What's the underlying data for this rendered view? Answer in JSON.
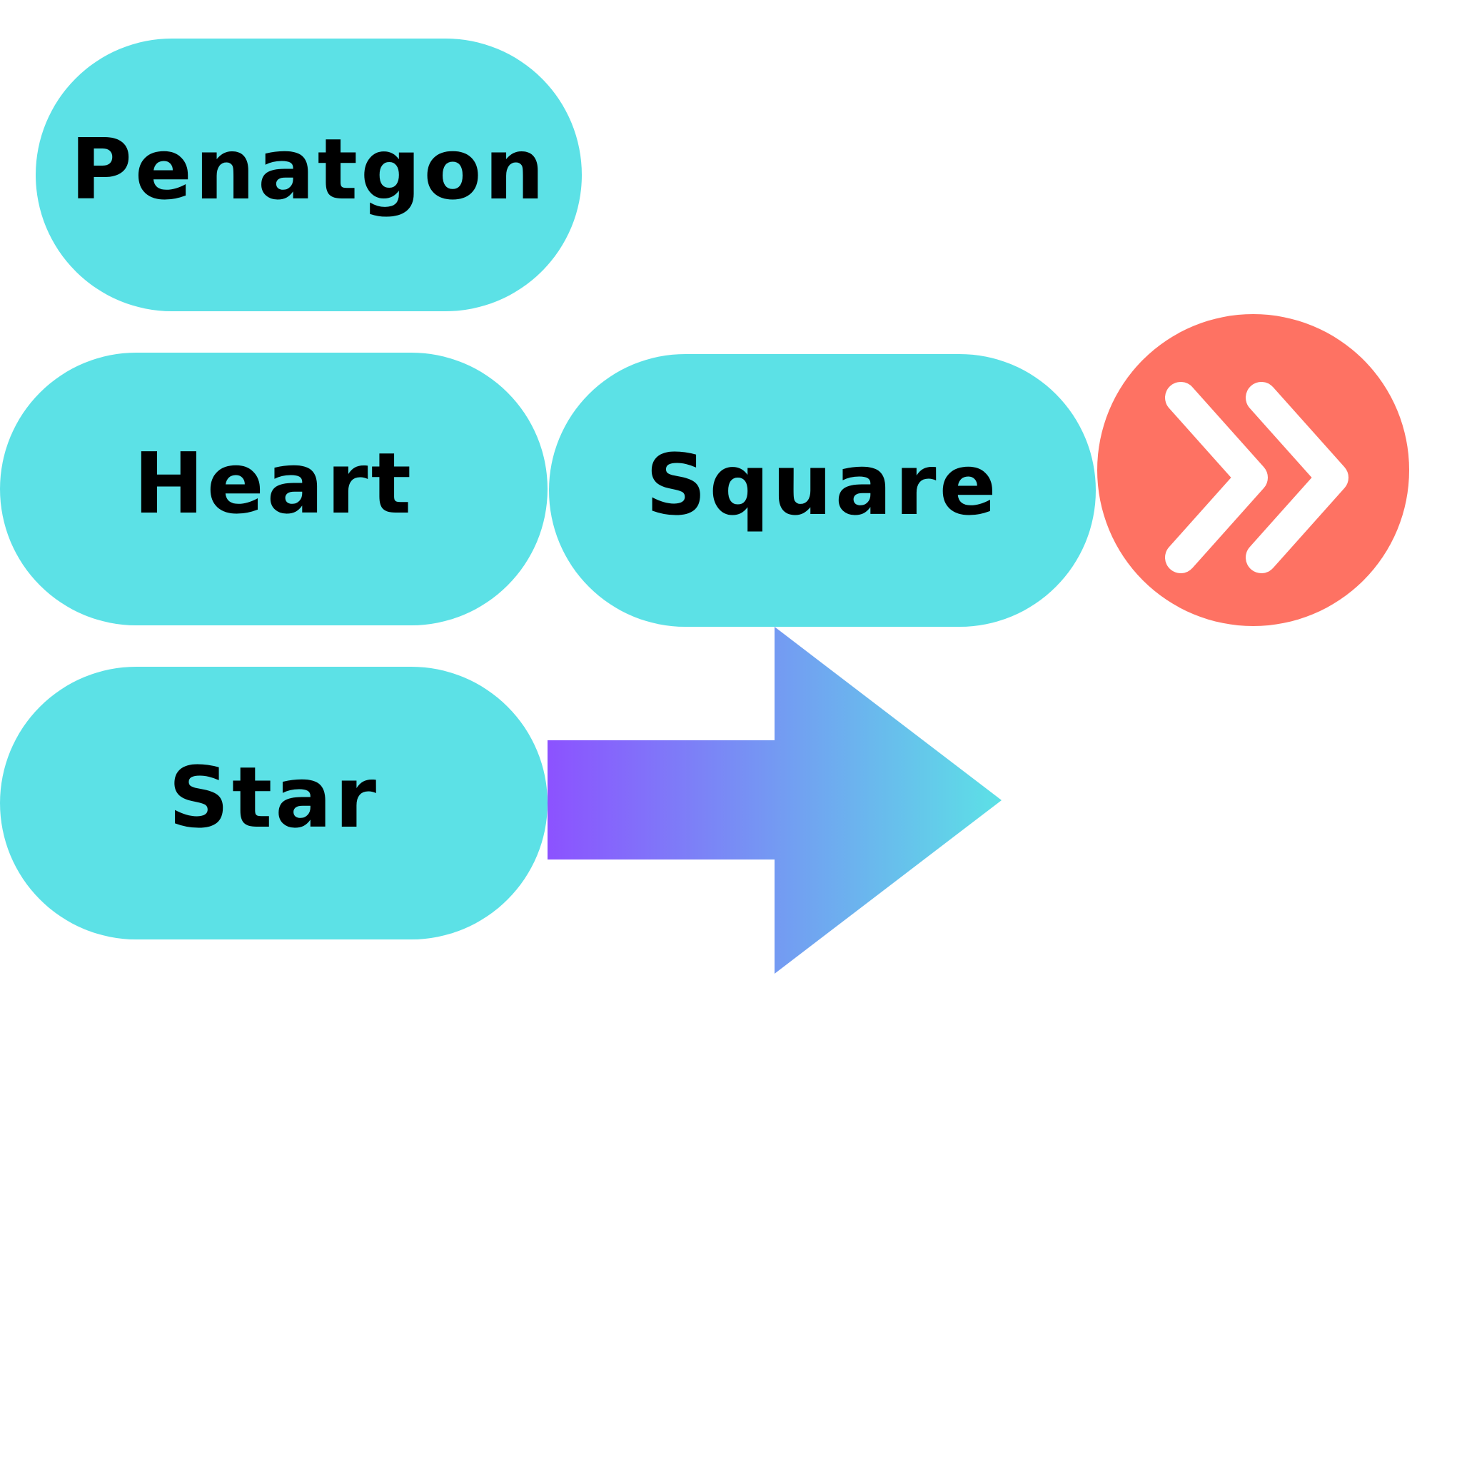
{
  "shapes": {
    "pentagon_label": "Penatgon",
    "heart_label": "Heart",
    "square_label": "Square",
    "star_label": "Star"
  },
  "controls": {
    "next_icon": "double-chevron-right-icon"
  },
  "colors": {
    "pill": "#5ce1e6",
    "label_text": "#000000",
    "next_button": "#fe7263",
    "next_icon": "#ffffff",
    "arrow_gradient_start": "#8c52ff",
    "arrow_gradient_end": "#5ce1e6"
  }
}
